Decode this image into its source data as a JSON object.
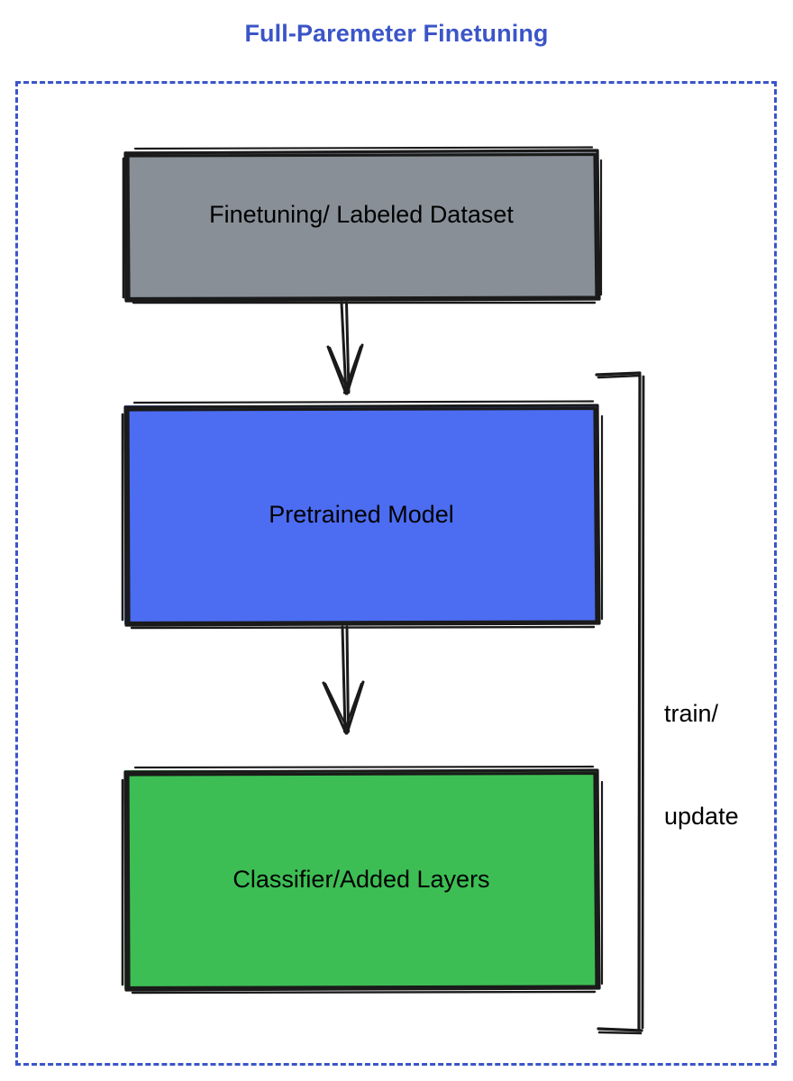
{
  "title": {
    "text": "Full-Paremeter Finetuning",
    "color": "#3b55c8"
  },
  "frame": {
    "border_style": "dashed",
    "border_color": "#3b55c8"
  },
  "nodes": [
    {
      "id": "dataset",
      "label": "Finetuning/ Labeled Dataset",
      "fill": "#888f97",
      "stroke": "#1a1a1a",
      "shape": "rectangle"
    },
    {
      "id": "pretrained",
      "label": "Pretrained Model",
      "fill": "#4c6df2",
      "stroke": "#1a1a1a",
      "shape": "rectangle"
    },
    {
      "id": "classifier",
      "label": "Classifier/Added Layers",
      "fill": "#3dbe54",
      "stroke": "#1a1a1a",
      "shape": "rectangle"
    }
  ],
  "edges": [
    {
      "id": "dataset-to-pretrained",
      "from": "dataset",
      "to": "pretrained",
      "label": "",
      "arrow": "down"
    },
    {
      "id": "pretrained-to-classifier",
      "from": "pretrained",
      "to": "classifier",
      "label": "",
      "arrow": "down"
    },
    {
      "id": "feedback-loop",
      "from": "classifier",
      "to": "pretrained",
      "label_line1": "train/",
      "label_line2": "update",
      "arrow": "none"
    }
  ],
  "loop_label": {
    "line1": "train/",
    "line2": "update"
  },
  "icons": {
    "arrow_down": "arrow-down-icon",
    "bracket": "bracket-icon"
  }
}
